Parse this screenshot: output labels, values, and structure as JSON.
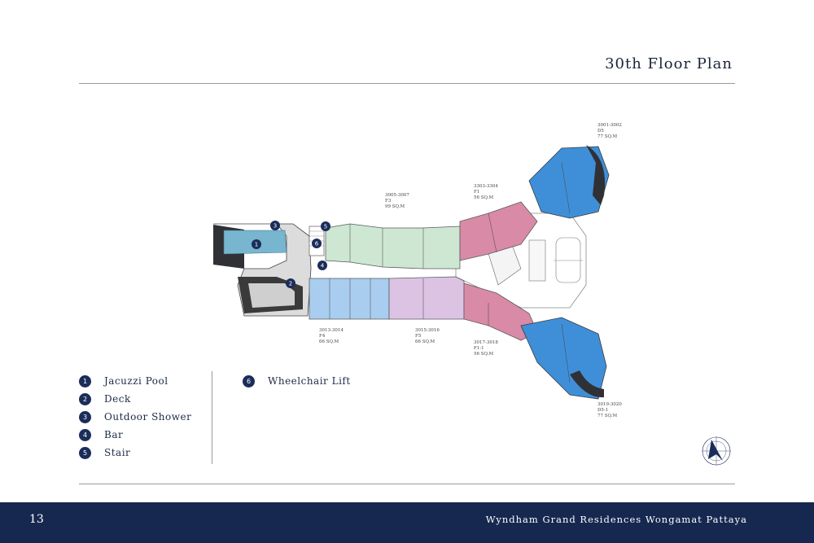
{
  "page": {
    "title": "30th Floor Plan",
    "page_number": "13",
    "footer_brand": "Wyndham Grand Residences Wongamat Pattaya"
  },
  "units": [
    {
      "id": "u3001",
      "range": "3001-3002",
      "type": "D5",
      "area": "77 SQ.M"
    },
    {
      "id": "u3303",
      "range": "3303-3304",
      "type": "F1",
      "area": "56 SQ.M"
    },
    {
      "id": "u3005",
      "range": "3005-3007",
      "type": "F3",
      "area": "99 SQ.M"
    },
    {
      "id": "u3013",
      "range": "3013-3014",
      "type": "F4",
      "area": "66 SQ.M"
    },
    {
      "id": "u3015",
      "range": "3015-3016",
      "type": "F5",
      "area": "66 SQ.M"
    },
    {
      "id": "u3017",
      "range": "3017-3018",
      "type": "F1-1",
      "area": "56 SQ.M"
    },
    {
      "id": "u3019",
      "range": "3019-3020",
      "type": "D5-1",
      "area": "77 SQ.M"
    }
  ],
  "plan_markers": [
    "1",
    "2",
    "3",
    "4",
    "5",
    "6"
  ],
  "legend": [
    {
      "num": "1",
      "label": "Jacuzzi Pool"
    },
    {
      "num": "2",
      "label": "Deck"
    },
    {
      "num": "3",
      "label": "Outdoor Shower"
    },
    {
      "num": "4",
      "label": "Bar"
    },
    {
      "num": "5",
      "label": "Stair"
    },
    {
      "num": "6",
      "label": "Wheelchair Lift"
    }
  ],
  "colors": {
    "navy": "#16284f",
    "unit_blue": "#3f8fd8",
    "unit_light_blue": "#a9cdef",
    "unit_pink": "#d98aa6",
    "unit_lilac": "#dcc3e4",
    "unit_green": "#cde7d2"
  }
}
